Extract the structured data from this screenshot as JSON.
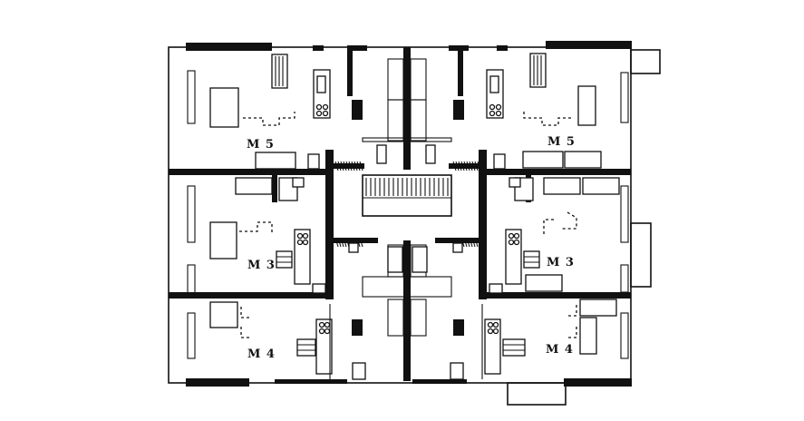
{
  "plan": {
    "unit_labels": [
      {
        "id": "m5-left",
        "text": "M 5"
      },
      {
        "id": "m5-right",
        "text": "M 5"
      },
      {
        "id": "m3-left",
        "text": "M 3"
      },
      {
        "id": "m3-right",
        "text": "M 3"
      },
      {
        "id": "m4-left",
        "text": "M 4"
      },
      {
        "id": "m4-right",
        "text": "M 4"
      }
    ],
    "colors": {
      "ink": "#111111",
      "paper": "#ffffff"
    }
  }
}
